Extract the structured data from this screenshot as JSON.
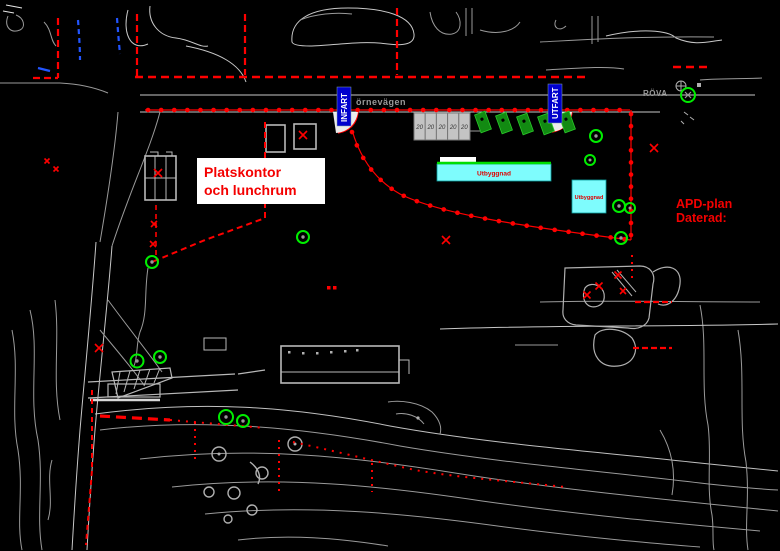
{
  "title": {
    "line1": "APD-plan",
    "line2": "Daterad:"
  },
  "signs": {
    "entrance": "INFART",
    "exit": "UTFART"
  },
  "streets": {
    "top": "örnevägen",
    "right": "RÖVA"
  },
  "annotations": {
    "site_office": {
      "line1": "Platskontor",
      "line2": "och lunchrum"
    },
    "extension_large": "Utbyggnad",
    "extension_small": "Utbyggnad"
  },
  "equipment": {
    "container_label": "20",
    "container_count": 5,
    "parking_spot_count": 5,
    "green_marker_count": 13
  },
  "colors": {
    "background": "#000000",
    "survey_lines": "#9a9a9a",
    "boundary_red": "#ff0000",
    "sign_blue": "#0000cd",
    "extension_cyan": "#7efcfd",
    "extension_edge_green": "#00dd00",
    "marker_green": "#00ee00",
    "annotation_red": "#f40000",
    "container_gray": "#c4c4c4",
    "water_blue": "#2255ff"
  }
}
